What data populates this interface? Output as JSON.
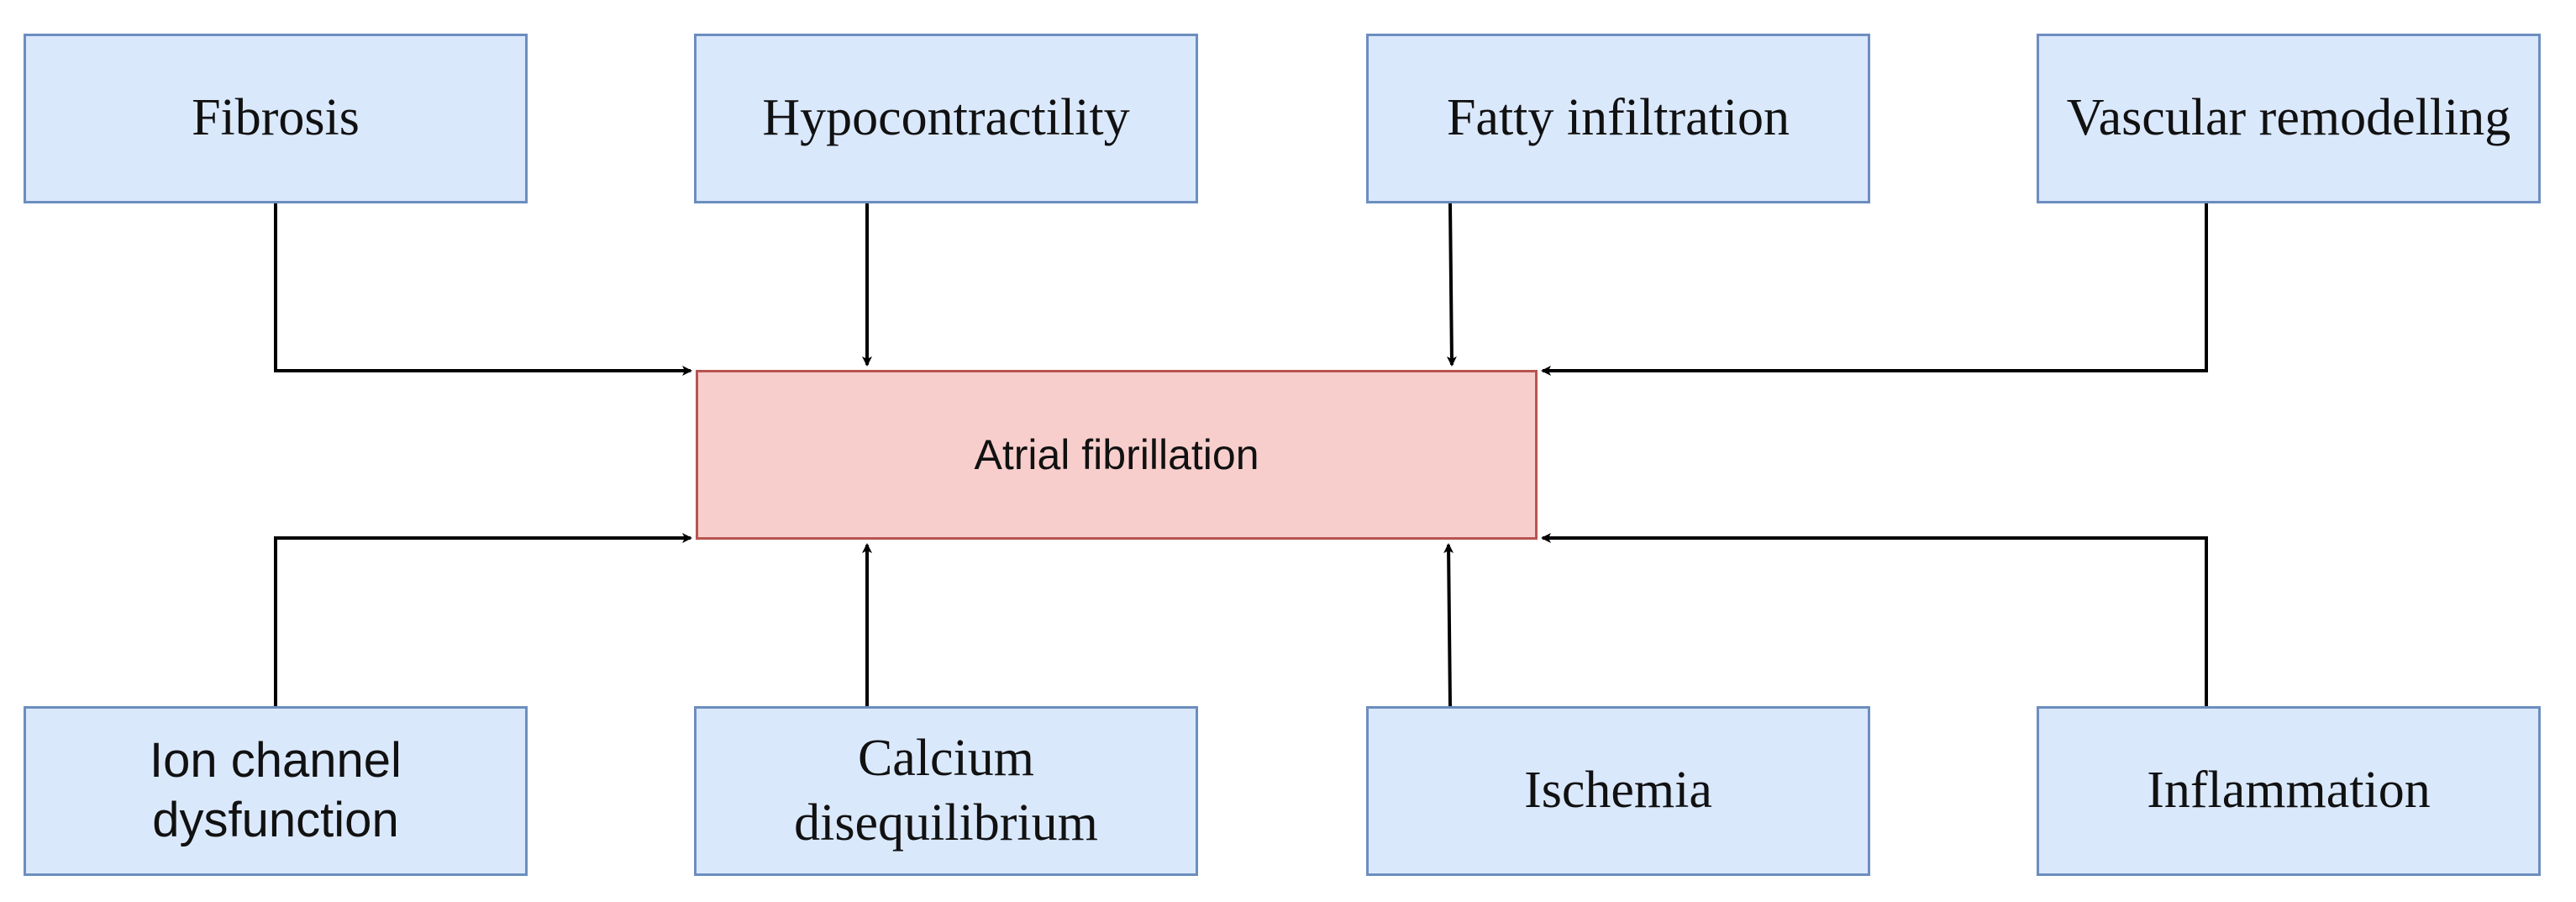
{
  "diagram": {
    "center_label": "Atrial fibrillation",
    "top_factors": [
      "Fibrosis",
      "Hypocontractility",
      "Fatty infiltration",
      "Vascular remodelling"
    ],
    "bottom_factors": [
      "Ion channel dysfunction",
      "Calcium disequilibrium",
      "Ischemia",
      "Inflammation"
    ],
    "colors": {
      "factor_fill": "#dae8fc",
      "factor_border": "#6c8ebf",
      "center_fill": "#f8cecc",
      "center_border": "#b85450",
      "arrow": "#000000"
    }
  }
}
